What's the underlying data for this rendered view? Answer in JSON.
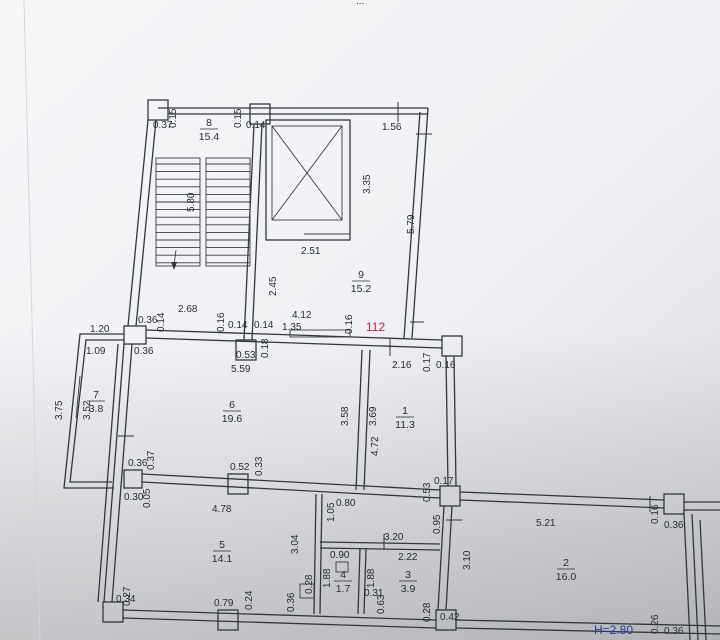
{
  "sheet_top_text": "...",
  "stamp_number": "112",
  "height_label": "H=2.80",
  "rooms": [
    {
      "number": "8",
      "area": "15.4"
    },
    {
      "number": "9",
      "area": "15.2"
    },
    {
      "number": "7",
      "area": "3.8"
    },
    {
      "number": "6",
      "area": "19.6"
    },
    {
      "number": "1",
      "area": "11.3"
    },
    {
      "number": "5",
      "area": "14.1"
    },
    {
      "number": "4",
      "area": "1.7"
    },
    {
      "number": "3",
      "area": "3.9"
    },
    {
      "number": "2",
      "area": "16.0"
    }
  ],
  "dimensions": [
    "0.37",
    "0.15",
    "0.15",
    "0.14",
    "1.56",
    "5.80",
    "3.35",
    "5.79",
    "2.51",
    "2.45",
    "2.68",
    "4.12",
    "1.35",
    "0.16",
    "0.36",
    "0.14",
    "0.16",
    "0.14",
    "0.14",
    "1.20",
    "1.09",
    "0.36",
    "0.18",
    "0.53",
    "5.59",
    "2.16",
    "0.17",
    "0.16",
    "3.75",
    "3.52",
    "3.58",
    "3.69",
    "4.72",
    "0.36",
    "0.37",
    "0.52",
    "0.33",
    "0.17",
    "0.53",
    "0.30",
    "0.05",
    "4.78",
    "0.80",
    "1.05",
    "3.20",
    "0.95",
    "5.21",
    "0.16",
    "0.36",
    "3.04",
    "0.90",
    "2.22",
    "3.10",
    "1.88",
    "1.88",
    "0.28",
    "0.31",
    "0.34",
    "0.27",
    "0.79",
    "0.24",
    "0.36",
    "0.63",
    "0.28",
    "0.42",
    "0.26",
    "0.36"
  ]
}
